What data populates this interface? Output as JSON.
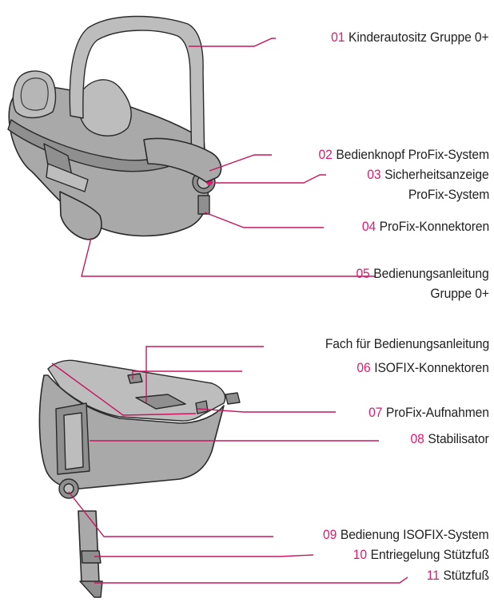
{
  "colors": {
    "accent": "#e2186f",
    "line": "#c7175f",
    "text": "#222222",
    "seat": "#a9a9a9"
  },
  "labels": [
    {
      "num": "01",
      "text": "Kinderautositz Gruppe 0+"
    },
    {
      "num": "02",
      "text": "Bedienknopf ProFix-System"
    },
    {
      "num": "03",
      "text": "Sicherheitsanzeige",
      "text2": "ProFix-System"
    },
    {
      "num": "04",
      "text": "ProFix-Konnektoren"
    },
    {
      "num": "05",
      "text": "Bedienungsanleitung",
      "text2": "Gruppe 0+"
    },
    {
      "num": "",
      "text": "Fach für Bedienungsanleitung"
    },
    {
      "num": "06",
      "text": "ISOFIX-Konnektoren"
    },
    {
      "num": "07",
      "text": "ProFix-Aufnahmen"
    },
    {
      "num": "08",
      "text": "Stabilisator"
    },
    {
      "num": "09",
      "text": "Bedienung ISOFIX-System"
    },
    {
      "num": "10",
      "text": "Entriegelung Stützfuß"
    },
    {
      "num": "11",
      "text": "Stützfuß"
    }
  ]
}
